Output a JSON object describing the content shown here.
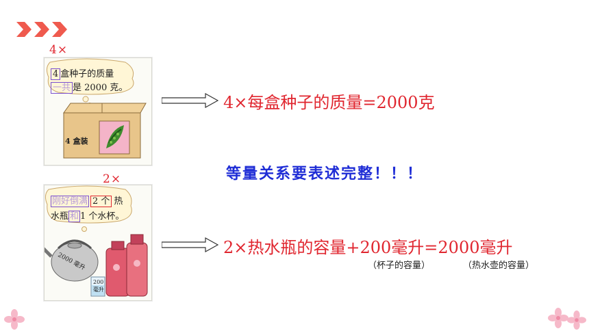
{
  "annotations": {
    "top_mark": "4×",
    "bottom_mark": "2×"
  },
  "panel1": {
    "bubble_line1_boxed": "4",
    "bubble_line1_rest": "盒种子的质量",
    "bubble_line2_boxed": "一共",
    "bubble_line2_rest": "是 2000 克。",
    "box_label": "4 盒装"
  },
  "panel2": {
    "bubble_line1_boxed": "刚好倒满",
    "bubble_line1_box2": "2 个",
    "bubble_line1_rest": "热",
    "bubble_line2_a": "水瓶",
    "bubble_line2_boxed": "和",
    "bubble_line2_rest": "1 个水杯。",
    "kettle_label": "2000 毫升",
    "cup_label_1": "200",
    "cup_label_2": "毫升"
  },
  "equations": {
    "first": "4×每盒种子的质量=2000克",
    "second": "2×热水瓶的容量+200毫升=2000毫升",
    "note_cup": "（杯子的容量）",
    "note_kettle": "（热水壶的容量）"
  },
  "emphasis": "等量关系要表述完整！！！",
  "colors": {
    "red": "#e0262f",
    "blue": "#1f2dd6",
    "chevron": "#ef5a4e",
    "box_outline": "#7a4fd0"
  }
}
